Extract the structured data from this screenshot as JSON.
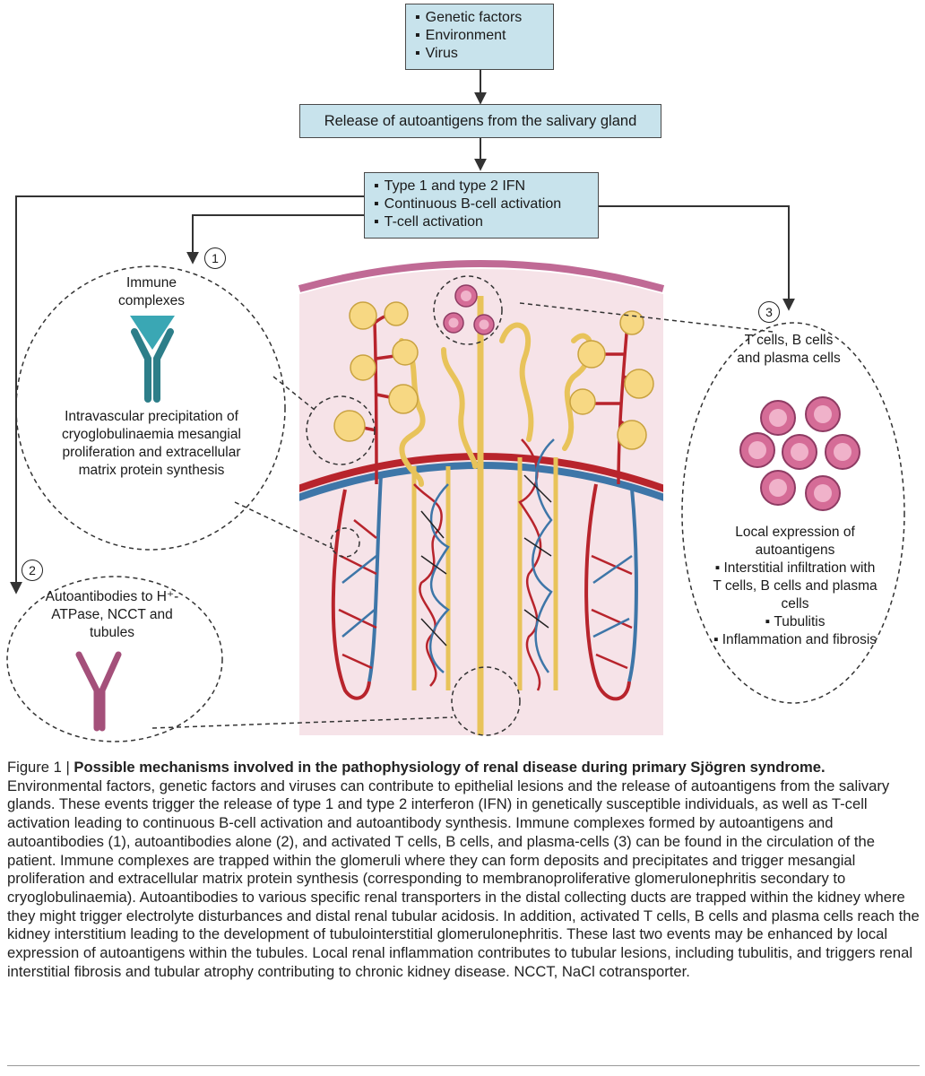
{
  "top_box": {
    "items": [
      "Genetic factors",
      "Environment",
      "Virus"
    ]
  },
  "middle_box": {
    "text": "Release of autoantigens from the salivary gland"
  },
  "ifn_box": {
    "items": [
      "Type 1 and type 2 IFN",
      "Continuous B-cell activation",
      "T-cell activation"
    ]
  },
  "panel1": {
    "number": "1",
    "title": "Immune complexes",
    "text": "Intravascular precipitation of cryoglobulinaemia mesangial proliferation and extracellular matrix protein synthesis"
  },
  "panel2": {
    "number": "2",
    "text": "Autoantibodies to H⁺-ATPase, NCCT and tubules"
  },
  "panel3": {
    "number": "3",
    "title": "T cells, B cells and plasma cells",
    "text": "Local expression of autoantigens",
    "items": [
      "Interstitial infiltration with T cells, B cells and plasma cells",
      "Tubulitis",
      "Inflammation and fibrosis"
    ]
  },
  "colors": {
    "box_fill": "#c8e3ec",
    "kidney_bg": "#f6e3e8",
    "capsule": "#c06a95",
    "artery": "#b8242c",
    "vein": "#3e76a8",
    "tubule": "#e8c35a",
    "immune_complex": "#3aa7b4",
    "autoantibody": "#a4507a",
    "plasma_cell": "#d56c97"
  },
  "caption": {
    "label": "Figure 1 | ",
    "title": "Possible mechanisms involved in the pathophysiology of renal disease during primary Sjögren syndrome.",
    "body": " Environmental factors, genetic factors and viruses can contribute to epithelial lesions and the release of autoantigens from the salivary glands. These events trigger the release of type 1 and type 2 interferon (IFN) in genetically susceptible individuals, as well as T-cell activation leading to continuous B-cell activation and autoantibody synthesis. Immune complexes formed by autoantigens and autoantibodies (1), autoantibodies alone (2), and activated T cells, B cells, and plasma-cells (3) can be found in the circulation of the patient. Immune complexes are trapped within the glomeruli where they can form deposits and precipitates and trigger mesangial proliferation and extracellular matrix protein synthesis (corresponding to membranoproliferative glomerulonephritis secondary to cryoglobulinaemia). Autoantibodies to various specific renal transporters in the distal collecting ducts are trapped within the kidney where they might trigger electrolyte disturbances and distal renal tubular acidosis. In addition, activated T cells, B cells and plasma cells reach the kidney interstitium leading to the development of tubulointerstitial glomerulonephritis. These last two events may be enhanced by local expression of autoantigens within the tubules. Local renal inflammation contributes to tubular lesions, including tubulitis, and triggers renal interstitial fibrosis and tubular atrophy contributing to chronic kidney disease. NCCT, NaCl cotransporter."
  }
}
